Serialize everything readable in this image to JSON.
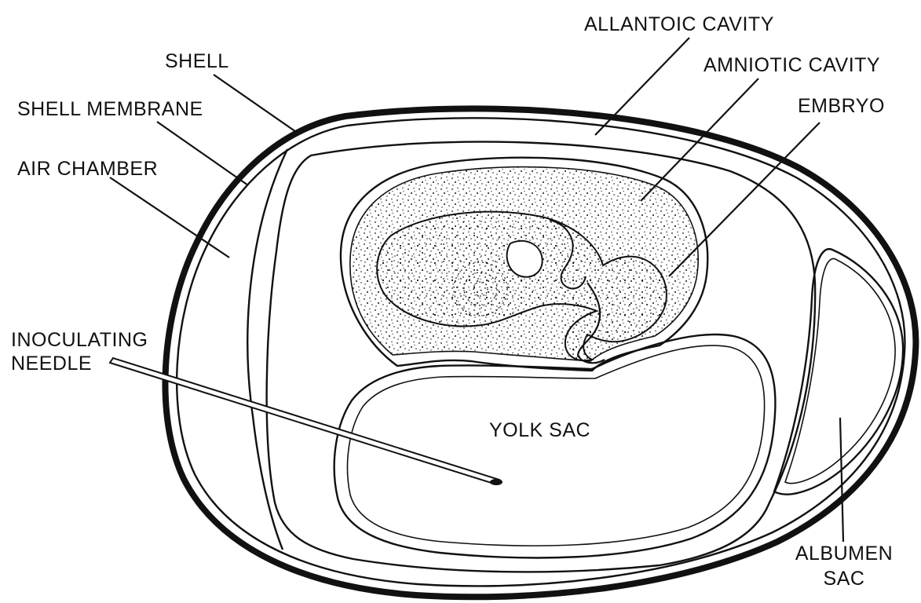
{
  "labels": {
    "shell": "SHELL",
    "shell_membrane": "SHELL MEMBRANE",
    "air_chamber": "AIR CHAMBER",
    "inoculating_needle_line1": "INOCULATING",
    "inoculating_needle_line2": "NEEDLE",
    "allantoic_cavity": "ALLANTOIC CAVITY",
    "amniotic_cavity": "AMNIOTIC CAVITY",
    "embryo": "EMBRYO",
    "yolk_sac": "YOLK SAC",
    "albumen_sac_line1": "ALBUMEN",
    "albumen_sac_line2": "SAC"
  },
  "colors": {
    "ink": "#111111",
    "background": "#ffffff"
  }
}
